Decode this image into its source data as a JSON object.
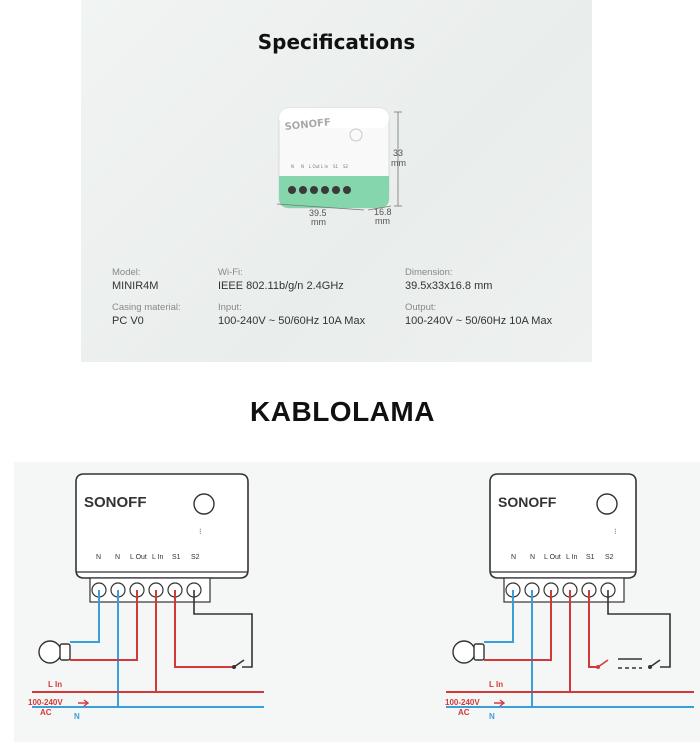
{
  "spec": {
    "title": "Specifications",
    "device": {
      "brand": "SONOFF",
      "terminal_labels": [
        "N",
        "N",
        "L Out",
        "L In",
        "S1",
        "S2"
      ],
      "dim_height": "33",
      "dim_width": "39.5",
      "dim_depth": "16.8",
      "unit": "mm"
    },
    "items": [
      {
        "label": "Model:",
        "value": "MINIR4M"
      },
      {
        "label": "Wi-Fi:",
        "value": "IEEE 802.11b/g/n 2.4GHz"
      },
      {
        "label": "Dimension:",
        "value": "39.5x33x16.8 mm"
      },
      {
        "label": "Casing material:",
        "value": "PC V0"
      },
      {
        "label": "Input:",
        "value": "100-240V ~ 50/60Hz 10A Max"
      },
      {
        "label": "Output:",
        "value": "100-240V ~ 50/60Hz 10A Max"
      }
    ]
  },
  "wiring": {
    "title": "KABLOLAMA",
    "brand": "SONOFF",
    "terminal_labels": [
      "N",
      "N",
      "L Out",
      "L In",
      "S1",
      "S2"
    ],
    "line_in_label": "L In",
    "voltage_label": "100-240V",
    "ac_label": "AC",
    "neutral_label": "N"
  },
  "colors": {
    "live": "#d23a3a",
    "neutral": "#3a9fd8",
    "switch": "#333333",
    "terminal_green": "#7fd3a7"
  }
}
